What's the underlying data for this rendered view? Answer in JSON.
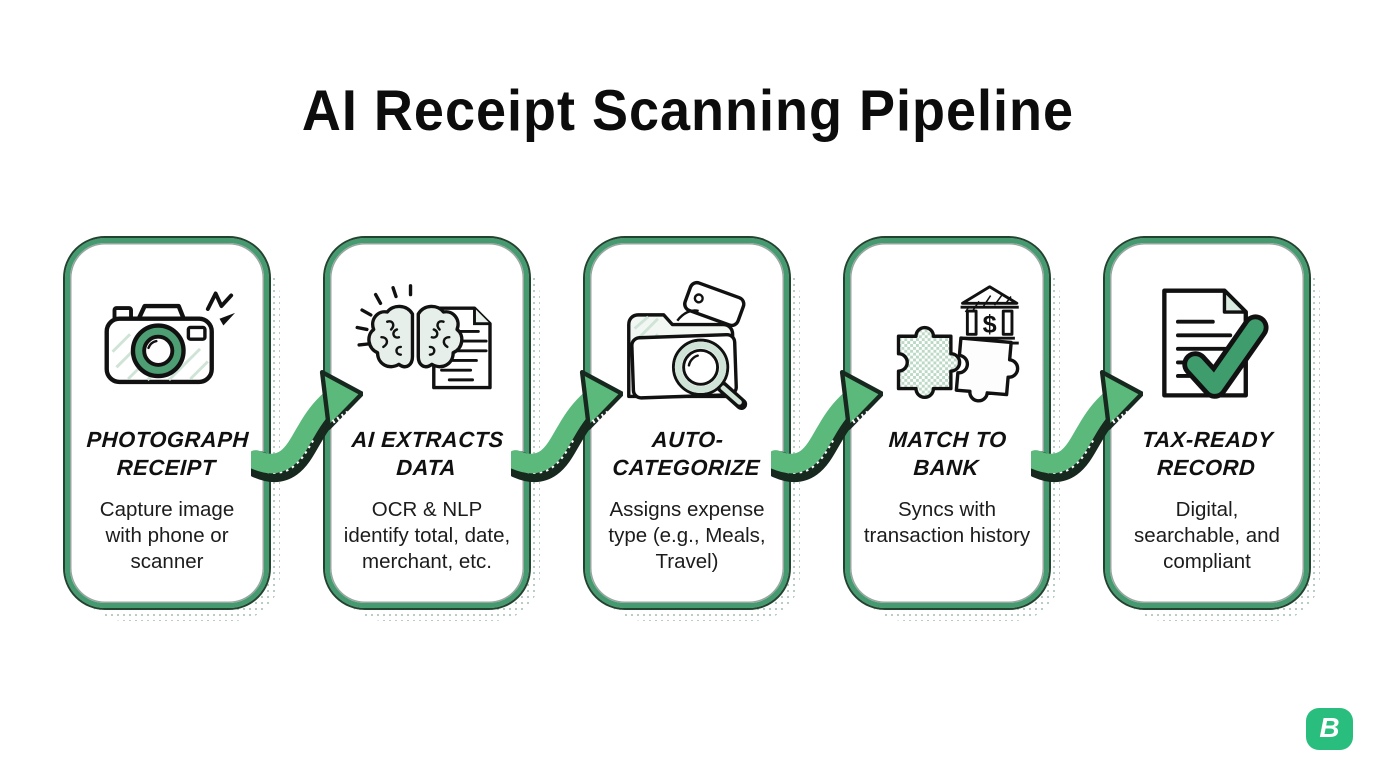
{
  "title": "AI Receipt Scanning Pipeline",
  "steps": [
    {
      "icon": "camera-icon",
      "title": "PHOTOGRAPH RECEIPT",
      "description": "Capture image with phone or scanner"
    },
    {
      "icon": "brain-document-icon",
      "title": "AI EXTRACTS DATA",
      "description": "OCR & NLP identify total, date, merchant, etc."
    },
    {
      "icon": "folder-search-tag-icon",
      "title": "AUTO-CATEGORIZE",
      "description": "Assigns expense type (e.g., Meals, Travel)"
    },
    {
      "icon": "puzzle-bank-icon",
      "title": "MATCH TO BANK",
      "description": "Syncs with transaction history"
    },
    {
      "icon": "document-check-icon",
      "title": "TAX-READY RECORD",
      "description": "Digital, searchable, and compliant"
    }
  ],
  "connectors": {
    "count": 4,
    "style": "hand-drawn curved arrow pointing up-right"
  },
  "icons": {
    "bank_dollar": "$"
  },
  "logo": {
    "letter": "B"
  },
  "colors": {
    "card_border": "#459a70",
    "arrow_green": "#5cb97c",
    "accent_green": "#4d9e73",
    "accent_green_light": "#cfe4d7",
    "logo_green": "#2abe7e",
    "outline": "#17281f",
    "text": "#151515"
  }
}
